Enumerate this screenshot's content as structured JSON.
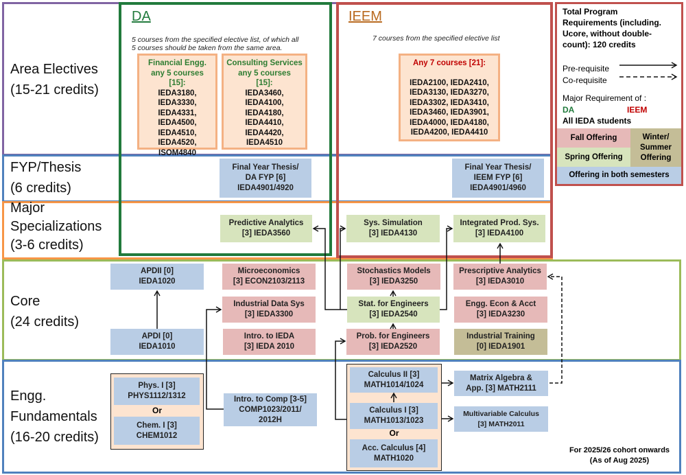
{
  "colors": {
    "da": "#217a3c",
    "ieem": "#c0504d",
    "fall": "#e6b9b8",
    "spring": "#d7e4bd",
    "both": "#b9cde5",
    "winter_summer": "#c4bd97",
    "elective_box": "#fde4d0"
  },
  "rows": [
    {
      "label": "Area Electives\n(15-21 credits)",
      "line1": "Area Electives",
      "line2": "(15-21 credits)",
      "border": "#8064a2"
    },
    {
      "label": "FYP/Thesis (6 credits)",
      "line1": "FYP/Thesis",
      "line2": "(6 credits)",
      "border": "#4f81bd"
    },
    {
      "label": "Major Specializations (3-6 credits)",
      "line1": "Major",
      "line2": "Specializations",
      "line3": "(3-6 credits)",
      "border": "#f79646"
    },
    {
      "label": "Core (24 credits)",
      "line1": "Core",
      "line2": "(24 credits)",
      "border": "#9bbb59"
    },
    {
      "label": "Engg. Fundamentals (16-20 credits)",
      "line1": "Engg.",
      "line2": "Fundamentals",
      "line3": "(16-20 credits)",
      "border": "#4f81bd"
    }
  ],
  "da": {
    "title": "DA",
    "description_line1": "5 courses from the specified elective list, of which all",
    "description_line2": "5 courses should be taken from the same area.",
    "areas": [
      {
        "heading": [
          "Financial Engg.",
          "any 5 courses",
          "[15]:"
        ],
        "courses": [
          "IEDA3180,",
          "IEDA3330,",
          "IEDA4331,",
          "IEDA4500,",
          "IEDA4510,",
          "IEDA4520,",
          "ISOM4840"
        ]
      },
      {
        "heading": [
          "Consulting Services",
          "any 5 courses",
          "[15]:"
        ],
        "courses": [
          "IEDA3460,",
          "IEDA4100,",
          "IEDA4180,",
          "IEDA4410,",
          "IEDA4420,",
          "IEDA4510"
        ]
      }
    ]
  },
  "ieem": {
    "title": "IEEM",
    "description": "7 courses from the specified elective list",
    "heading": "Any 7 courses [21]:",
    "courses": [
      "IEDA2100, IEDA2410,",
      "IEDA3130, IEDA3270,",
      "IEDA3302, IEDA3410,",
      "IEDA3460, IEDA3901,",
      "IEDA4000, IEDA4180,",
      "IEDA4200, IEDA4410"
    ]
  },
  "courses": {
    "da_fyp": {
      "lines": [
        "Final Year Thesis/",
        "DA FYP [6]",
        "IEDA4901/4920"
      ],
      "offering": "both"
    },
    "ieem_fyp": {
      "lines": [
        "Final Year Thesis/",
        "IEEM FYP [6]",
        "IEDA4901/4960"
      ],
      "offering": "both"
    },
    "predictive": {
      "lines": [
        "Predictive Analytics",
        "[3] IEDA3560"
      ],
      "offering": "spring"
    },
    "sys_sim": {
      "lines": [
        "Sys. Simulation",
        "[3] IEDA4130"
      ],
      "offering": "spring"
    },
    "integrated": {
      "lines": [
        "Integrated Prod. Sys.",
        "[3] IEDA4100"
      ],
      "offering": "spring"
    },
    "apdii": {
      "lines": [
        "APDII [0]",
        "IEDA1020"
      ],
      "offering": "both"
    },
    "apdi": {
      "lines": [
        "APDI [0]",
        "IEDA1010"
      ],
      "offering": "both"
    },
    "micro": {
      "lines": [
        "Microeconomics",
        "[3] ECON2103/2113"
      ],
      "offering": "fall"
    },
    "ind_data": {
      "lines": [
        "Industrial Data Sys",
        "[3] IEDA3300"
      ],
      "offering": "fall"
    },
    "intro_ieda": {
      "lines": [
        "Intro. to IEDA",
        "[3] IEDA 2010"
      ],
      "offering": "fall"
    },
    "stochastic": {
      "lines": [
        "Stochastics Models",
        "[3] IEDA3250"
      ],
      "offering": "fall"
    },
    "stat": {
      "lines": [
        "Stat. for Engineers",
        "[3] IEDA2540"
      ],
      "offering": "spring"
    },
    "prob": {
      "lines": [
        "Prob. for Engineers",
        "[3] IEDA2520"
      ],
      "offering": "fall"
    },
    "prescriptive": {
      "lines": [
        "Prescriptive Analytics",
        "[3] IEDA3010"
      ],
      "offering": "fall"
    },
    "engg_econ": {
      "lines": [
        "Engg. Econ & Acct",
        "[3] IEDA3230"
      ],
      "offering": "fall"
    },
    "ind_training": {
      "lines": [
        "Industrial Training",
        "[0] IEDA1901"
      ],
      "offering": "winter_summer"
    },
    "phys": {
      "lines": [
        "Phys. I [3]",
        "PHYS1112/1312"
      ],
      "offering": "both"
    },
    "chem": {
      "lines": [
        "Chem. I [3]",
        "CHEM1012"
      ],
      "offering": "both"
    },
    "intro_comp": {
      "lines": [
        "Intro. to Comp [3-5]",
        "COMP1023/2011/",
        "2012H"
      ],
      "offering": "both"
    },
    "calc2": {
      "lines": [
        "Calculus II [3]",
        "MATH1014/1024"
      ],
      "offering": "both"
    },
    "calc1": {
      "lines": [
        "Calculus I [3]",
        "MATH1013/1023"
      ],
      "offering": "both"
    },
    "acc_calc": {
      "lines": [
        "Acc. Calculus [4]",
        "MATH1020"
      ],
      "offering": "both"
    },
    "matrix": {
      "lines": [
        "Matrix Algebra &",
        "App. [3] MATH2111"
      ],
      "offering": "both"
    },
    "multivar": {
      "lines": [
        "Multivariable Calculus",
        "[3] MATH2011"
      ],
      "offering": "both"
    }
  },
  "or_label": "Or",
  "legend": {
    "total": [
      "Total Program",
      "Requirements (including.",
      "Ucore, without double-",
      "count): 120 credits"
    ],
    "prereq": "Pre-requisite",
    "coreq": "Co-requisite",
    "major_req": "Major Requirement of :",
    "da": "DA",
    "ieem": "IEEM",
    "all": "All IEDA students",
    "fall": "Fall Offering",
    "spring": "Spring Offering",
    "winter": [
      "Winter/",
      "Summer",
      "Offering"
    ],
    "both": "Offering in both semesters"
  },
  "footer_note": [
    "For 2025/26 cohort onwards",
    "(As of Aug 2025)"
  ]
}
